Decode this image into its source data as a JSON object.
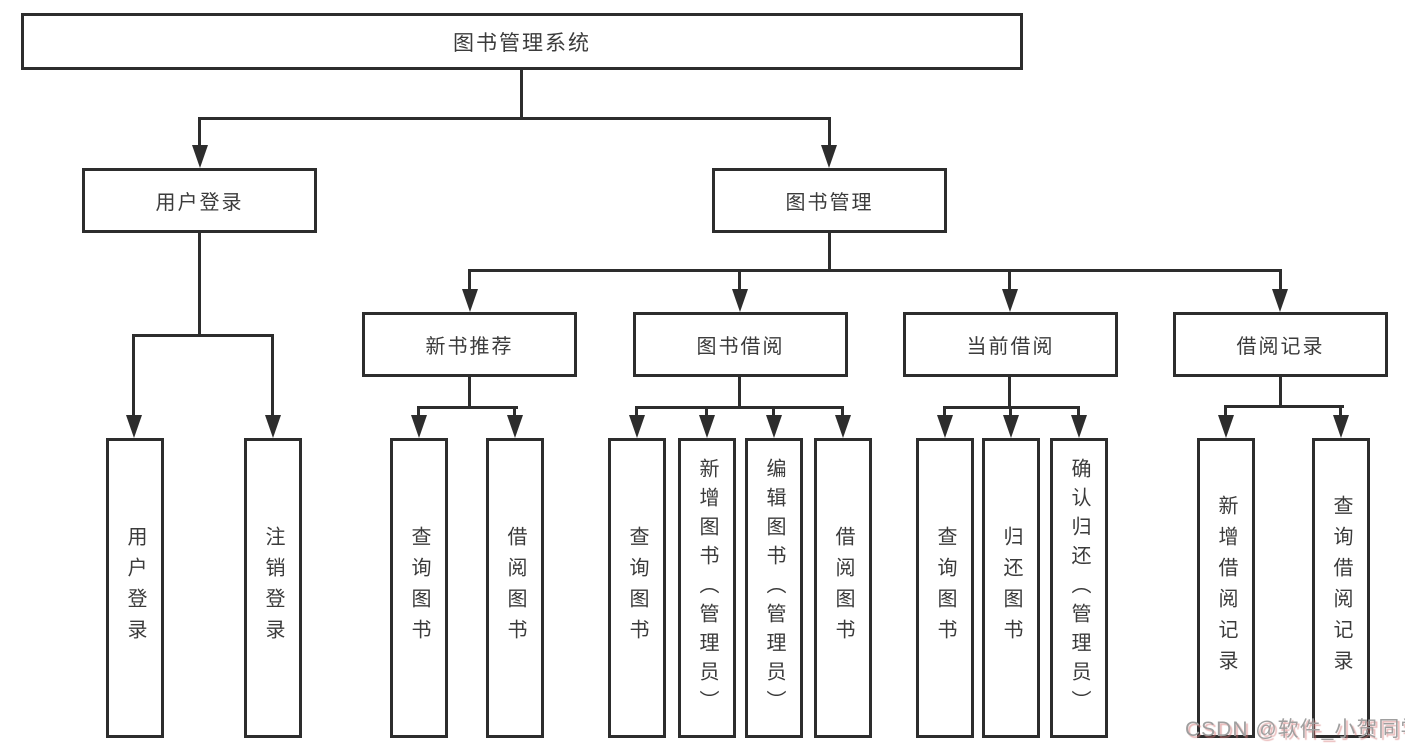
{
  "tree": {
    "label": "图书管理系统",
    "children": [
      {
        "label": "用户登录",
        "children": [
          {
            "label": "用户登录"
          },
          {
            "label": "注销登录"
          }
        ]
      },
      {
        "label": "图书管理",
        "children": [
          {
            "label": "新书推荐",
            "children": [
              {
                "label": "查询图书"
              },
              {
                "label": "借阅图书"
              }
            ]
          },
          {
            "label": "图书借阅",
            "children": [
              {
                "label": "查询图书"
              },
              {
                "label": "新增图书（管理员）"
              },
              {
                "label": "编辑图书（管理员）"
              },
              {
                "label": "借阅图书"
              }
            ]
          },
          {
            "label": "当前借阅",
            "children": [
              {
                "label": "查询图书"
              },
              {
                "label": "归还图书"
              },
              {
                "label": "确认归还（管理员）"
              }
            ]
          },
          {
            "label": "借阅记录",
            "children": [
              {
                "label": "新增借阅记录"
              },
              {
                "label": "查询借阅记录"
              }
            ]
          }
        ]
      }
    ]
  },
  "watermark": {
    "text": "CSDN @软件_小贺同学"
  },
  "colors": {
    "line": "#2d2d2d",
    "text": "#3b3b3b",
    "background": "#ffffff",
    "watermark": "#9f9f9f",
    "watermark_shadow": "#d67878"
  }
}
